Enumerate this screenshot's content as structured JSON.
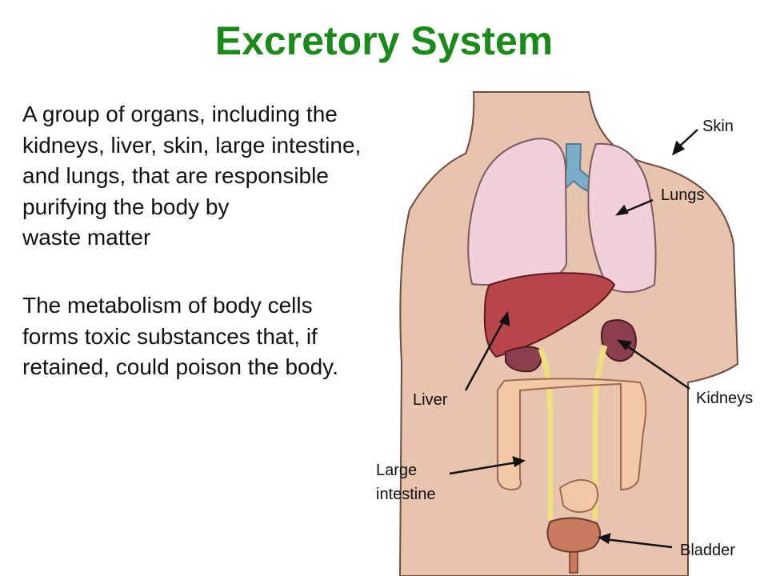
{
  "slide": {
    "title": "Excretory System",
    "paragraphs": [
      {
        "lines": [
          "A group of organs, including the",
          "kidneys, liver, skin, large intestine,",
          "and lungs, that are responsible",
          "purifying the body by",
          "waste matter"
        ]
      },
      {
        "lines": [
          "The metabolism of body cells",
          "forms toxic substances that, if",
          "retained, could poison the body."
        ]
      }
    ]
  },
  "diagram": {
    "labels": {
      "skin": "Skin",
      "lungs": "Lungs",
      "liver": "Liver",
      "kidneys": "Kidneys",
      "large_intestine_1": "Large",
      "large_intestine_2": "intestine",
      "bladder": "Bladder"
    },
    "colors": {
      "skin": "#e8c3ae",
      "lungs": "#f3d0d9",
      "trachea": "#7aaec8",
      "liver": "#b8454a",
      "kidney": "#8b3f4c",
      "ureter": "#f0df80",
      "intestine": "#f3c8a6",
      "bladder": "#c8795e",
      "title": "#1a8a1a"
    }
  }
}
